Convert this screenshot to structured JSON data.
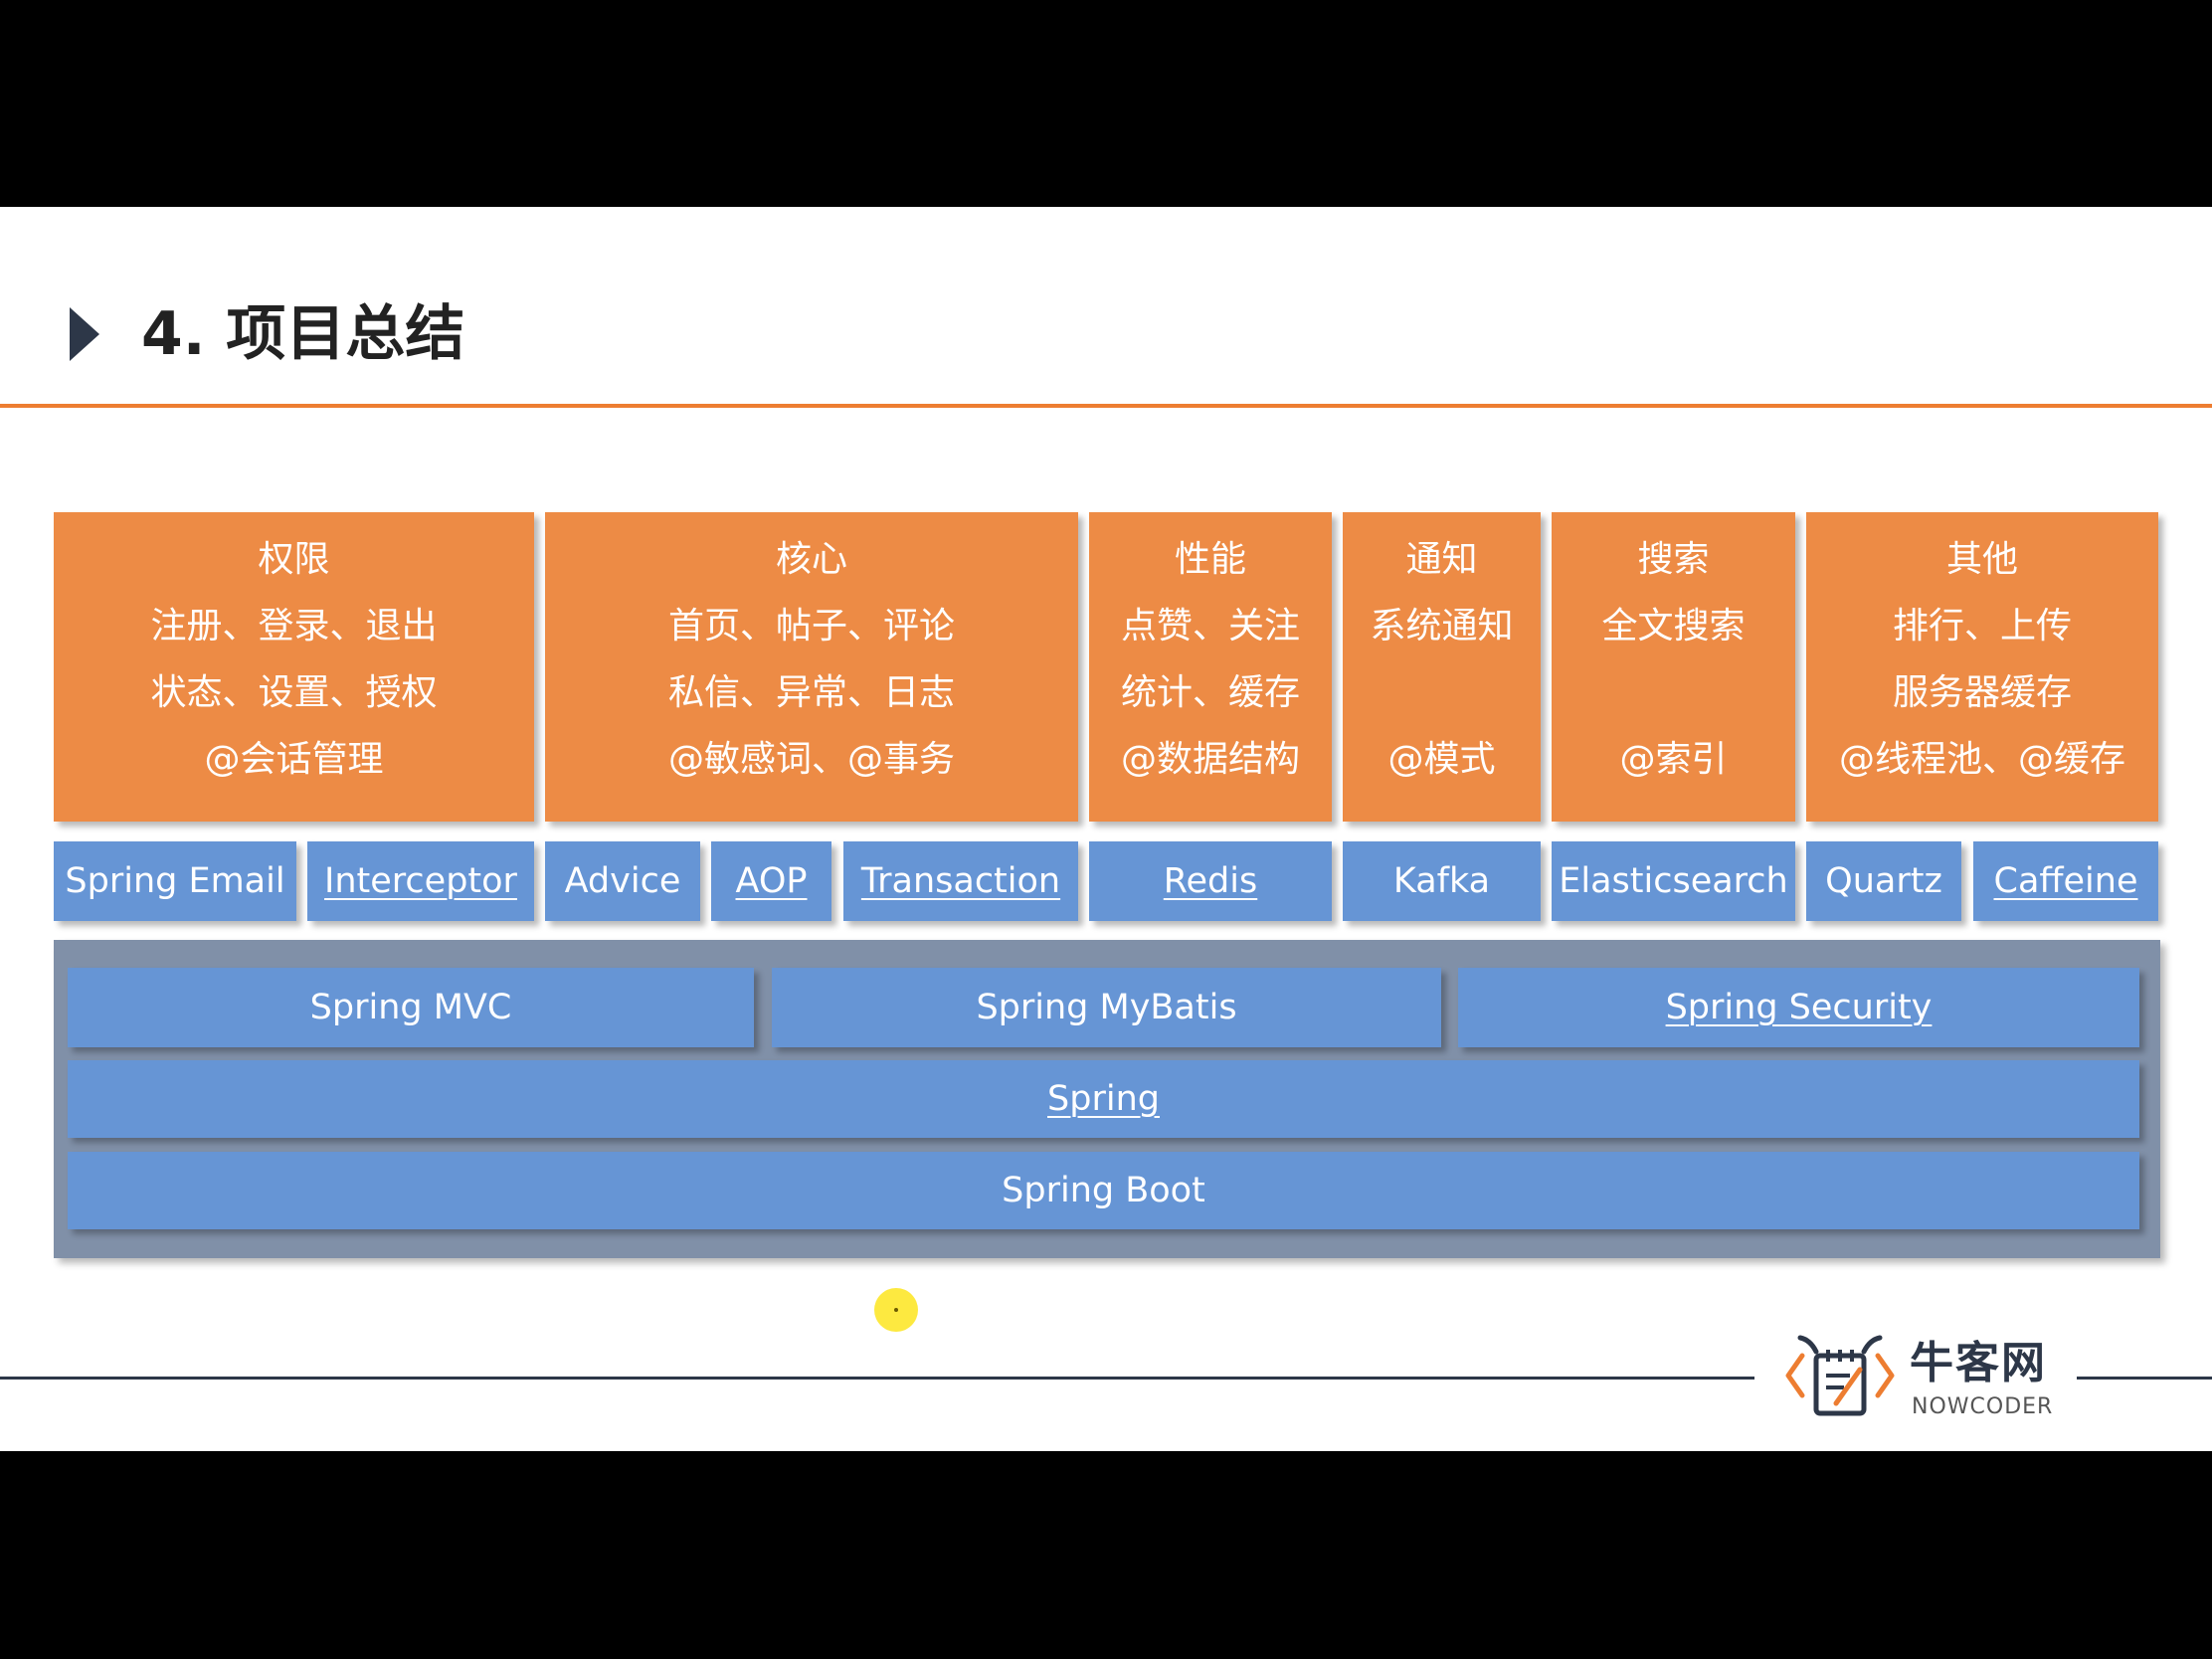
{
  "slide": {
    "title": "4. 项目总结",
    "categories": [
      {
        "title": "权限",
        "lines": [
          "注册、登录、退出",
          "状态、设置、授权",
          "@会话管理"
        ]
      },
      {
        "title": "核心",
        "lines": [
          "首页、帖子、评论",
          "私信、异常、日志",
          "@敏感词、@事务"
        ]
      },
      {
        "title": "性能",
        "lines": [
          "点赞、关注",
          "统计、缓存",
          "@数据结构"
        ]
      },
      {
        "title": "通知",
        "lines": [
          "系统通知",
          "",
          "@模式"
        ]
      },
      {
        "title": "搜索",
        "lines": [
          "全文搜索",
          "",
          "@索引"
        ]
      },
      {
        "title": "其他",
        "lines": [
          "排行、上传",
          "服务器缓存",
          "@线程池、@缓存"
        ]
      }
    ],
    "technologies": [
      {
        "label": "Spring Email",
        "underlined": false
      },
      {
        "label": "Interceptor",
        "underlined": true
      },
      {
        "label": "Advice",
        "underlined": false
      },
      {
        "label": "AOP",
        "underlined": true
      },
      {
        "label": "Transaction",
        "underlined": true
      },
      {
        "label": "Redis",
        "underlined": true
      },
      {
        "label": "Kafka",
        "underlined": false
      },
      {
        "label": "Elasticsearch",
        "underlined": false
      },
      {
        "label": "Quartz",
        "underlined": false
      },
      {
        "label": "Caffeine",
        "underlined": true
      }
    ],
    "frameworks": {
      "row1": [
        {
          "label": "Spring MVC",
          "underlined": false
        },
        {
          "label": "Spring MyBatis",
          "underlined": false
        },
        {
          "label": "Spring Security",
          "underlined": true
        }
      ],
      "spring": {
        "label": "Spring",
        "underlined": true
      },
      "boot": {
        "label": "Spring Boot",
        "underlined": false
      }
    },
    "logo": {
      "cn": "牛客网",
      "en": "NOWCODER"
    }
  },
  "colors": {
    "accent": "#ed7d31",
    "orange_box": "#ed8b45",
    "blue_box": "#6695d5",
    "base_panel": "#8090a8",
    "cursor": "#fde940"
  }
}
